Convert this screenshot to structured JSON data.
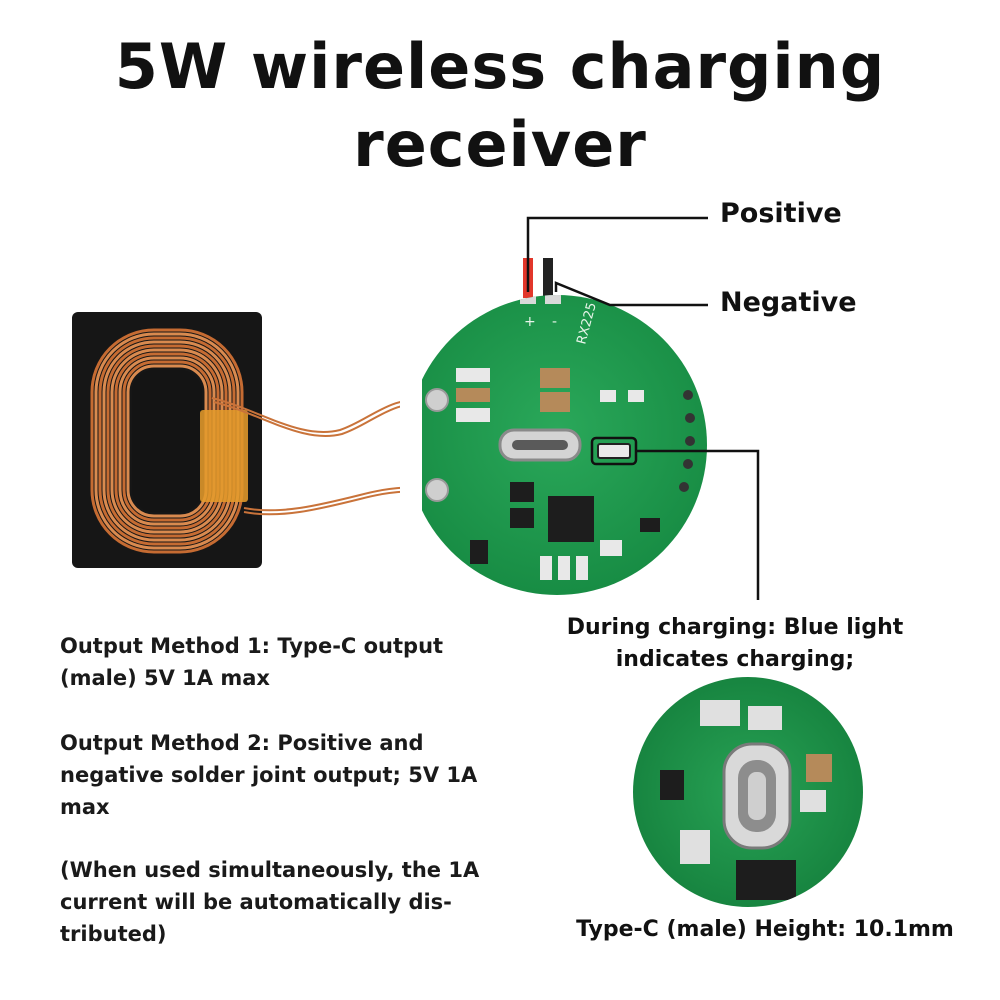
{
  "title_line1": "5W wireless charging",
  "title_line2": "receiver",
  "labels": {
    "positive": "Positive",
    "negative": "Negative"
  },
  "board_silkscreen": {
    "model": "RX225",
    "plus": "+",
    "minus": "-"
  },
  "output_method_1": "Output Method 1: Type-C output (male) 5V 1A max",
  "output_method_2": "Output Method 2: Positive and negative solder joint output; 5V 1A max",
  "note": "(When used simultaneously, the 1A current will be automatically dis-tributed)",
  "charging_caption": "During charging: Blue light indicates charging;",
  "typec_caption": "Type-C (male) Height: 10.1mm",
  "colors": {
    "pcb_green": "#1f9a4e",
    "copper": "#c9733a",
    "coil_backing": "#141414"
  }
}
